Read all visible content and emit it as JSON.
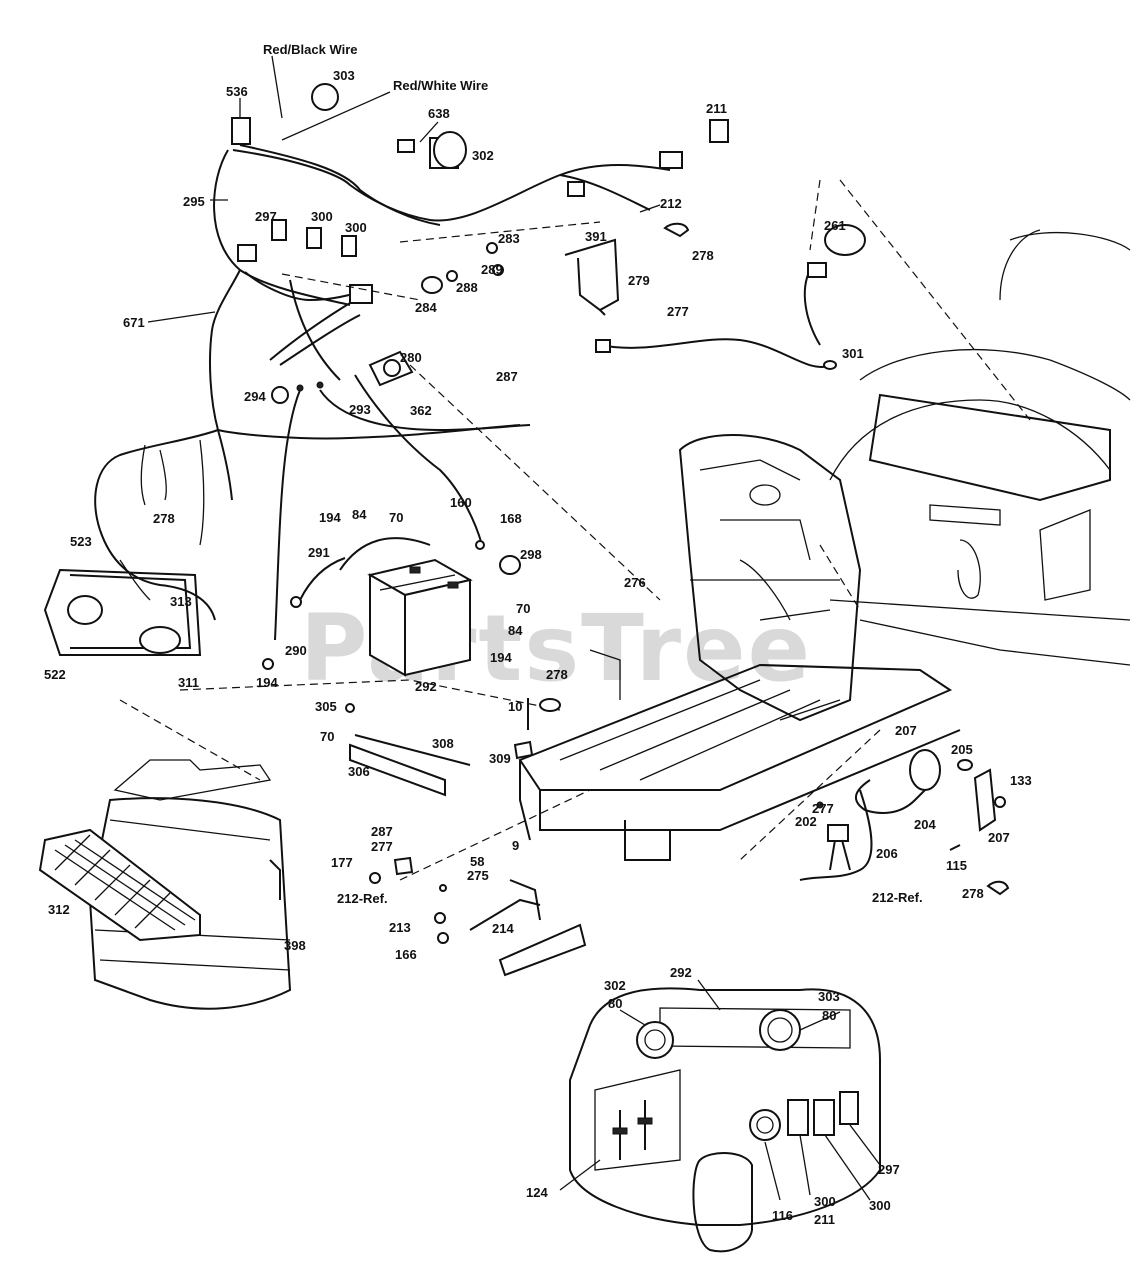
{
  "watermark": "PartsTree",
  "wire_labels": {
    "red_black": "Red/Black Wire",
    "red_white": "Red/White Wire"
  },
  "callouts": [
    "536",
    "303",
    "638",
    "302",
    "211",
    "212",
    "278",
    "295",
    "297",
    "300",
    "300",
    "283",
    "289",
    "284",
    "288",
    "391",
    "279",
    "277",
    "261",
    "671",
    "280",
    "294",
    "293",
    "362",
    "287",
    "301",
    "278",
    "194",
    "84",
    "70",
    "160",
    "168",
    "291",
    "298",
    "523",
    "313",
    "522",
    "311",
    "290",
    "194",
    "292",
    "70",
    "84",
    "194",
    "278",
    "276",
    "305",
    "70",
    "308",
    "306",
    "10",
    "309",
    "207",
    "205",
    "133",
    "277",
    "202",
    "204",
    "207",
    "206",
    "115",
    "212-Ref.",
    "278",
    "287",
    "277",
    "177",
    "212-Ref.",
    "58",
    "275",
    "9",
    "213",
    "214",
    "166",
    "312",
    "398",
    "302",
    "80",
    "292",
    "303",
    "80",
    "124",
    "116",
    "300",
    "211",
    "300",
    "297"
  ]
}
